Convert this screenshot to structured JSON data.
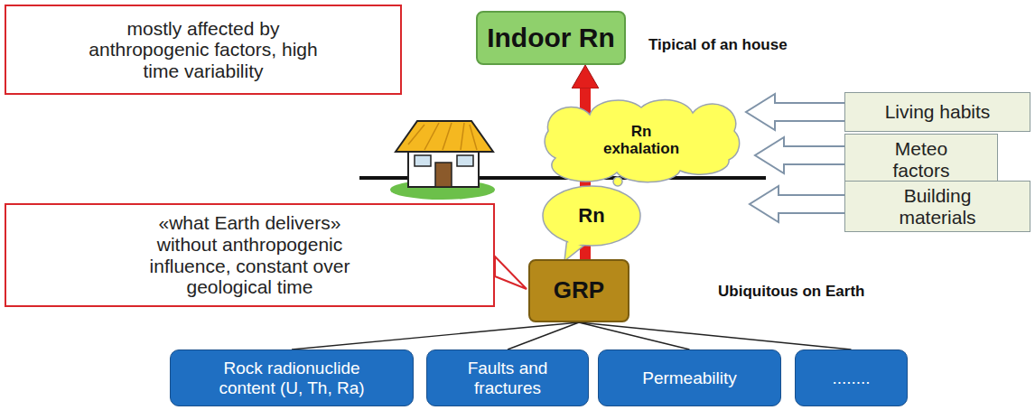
{
  "diagram": {
    "nodes": [
      {
        "text": [
          "mostly affected by anthropogenic factors, high time variability"
        ]
      },
      {
        "text": [
          "Indoor Rn"
        ]
      },
      {
        "text": [
          "Living habits"
        ]
      },
      {
        "text": [
          "Rn exhalation"
        ]
      },
      {
        "text": [
          "Meteo factors"
        ]
      },
      {
        "text": [
          "Building materials"
        ]
      },
      {
        "text": [
          "Rn"
        ]
      },
      {
        "text": [
          "«what Earth delivers» without anthropogenic influence, constant over geological time"
        ]
      },
      {
        "text": [
          "GRP"
        ]
      },
      {
        "text": [
          "Rock radionuclide content (U, Th, Ra)"
        ]
      },
      {
        "text": [
          "Faults and fractures"
        ]
      },
      {
        "text": [
          "Permeability"
        ]
      },
      {
        "text": [
          "........"
        ]
      }
    ],
    "edges": [
      {
        "from": 8,
        "to": 1,
        "arrow": "to"
      },
      {
        "from": 8,
        "to": 9,
        "arrow": "none"
      },
      {
        "from": 8,
        "to": 10,
        "arrow": "none"
      },
      {
        "from": 8,
        "to": 11,
        "arrow": "none"
      },
      {
        "from": 8,
        "to": 12,
        "arrow": "none"
      }
    ],
    "labels": [
      "Tipical of an house",
      "Ubiquitous on Earth"
    ]
  }
}
